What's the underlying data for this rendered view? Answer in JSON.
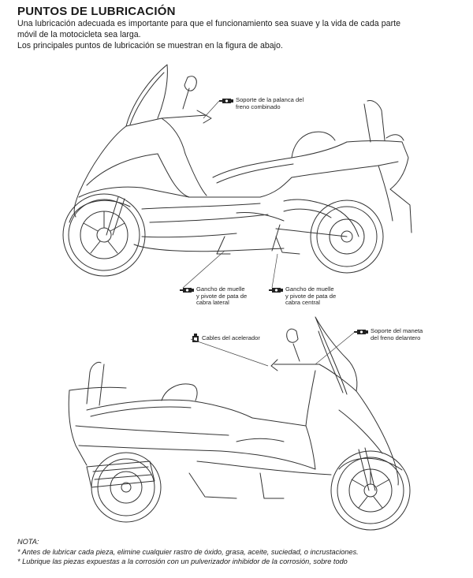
{
  "title": "PUNTOS DE LUBRICACIÓN",
  "intro": {
    "line1": "Una lubricación adecuada es importante para que el funcionamiento sea suave y la vida de cada parte",
    "line2": "móvil de la motocicleta sea larga.",
    "line3": "Los principales puntos de lubricación se muestran en la figura de abajo."
  },
  "labels": {
    "combined_brake": [
      "Soporte de la palanca del",
      "freno combinado"
    ],
    "side_stand": [
      "Gancho de muelle",
      "y pivote de pata de",
      "cabra lateral"
    ],
    "center_stand": [
      "Gancho de muelle",
      "y pivote de pata de",
      "cabra central"
    ],
    "throttle": [
      "Cables del acelerador"
    ],
    "front_brake": [
      "Soporte del maneta",
      "del freno delantero"
    ]
  },
  "icons": {
    "grease": "grease-gun-icon",
    "oil": "oil-can-icon"
  },
  "nota": {
    "heading": "NOTA:",
    "item1": "* Antes de lubricar cada pieza, elimine cualquier rastro de óxido, grasa, aceite, suciedad, o incrustaciones.",
    "item2": "* Lubrique las piezas expuestas a la corrosión con un pulverizador inhibidor de la corrosión, sobre todo"
  }
}
